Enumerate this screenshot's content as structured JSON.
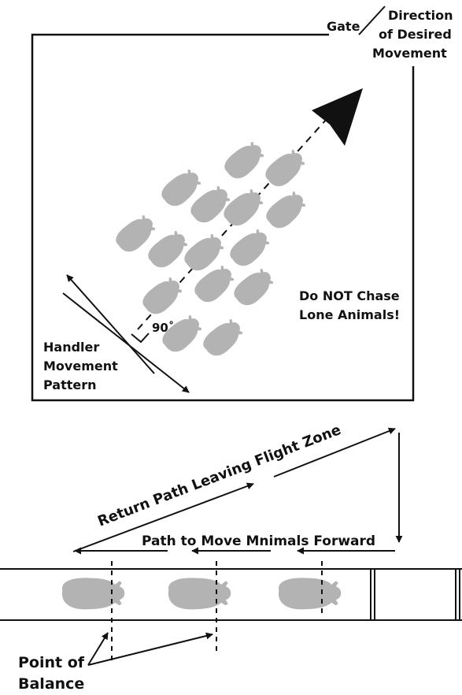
{
  "labels": {
    "gate": "Gate",
    "direction_line1": "Direction",
    "direction_line2": "of Desired",
    "direction_line3": "Movement",
    "do_not_chase_line1": "Do NOT Chase",
    "do_not_chase_line2": "Lone Animals!",
    "angle": "90˚",
    "handler_line1": "Handler",
    "handler_line2": "Movement",
    "handler_line3": "Pattern",
    "return_path": "Return Path Leaving Flight Zone",
    "forward_path": "Path to Move Mnimals Forward",
    "point_of_balance_line1": "Point of",
    "point_of_balance_line2": "Balance"
  },
  "colors": {
    "animal": "#b3b3b3",
    "line": "#111111"
  }
}
